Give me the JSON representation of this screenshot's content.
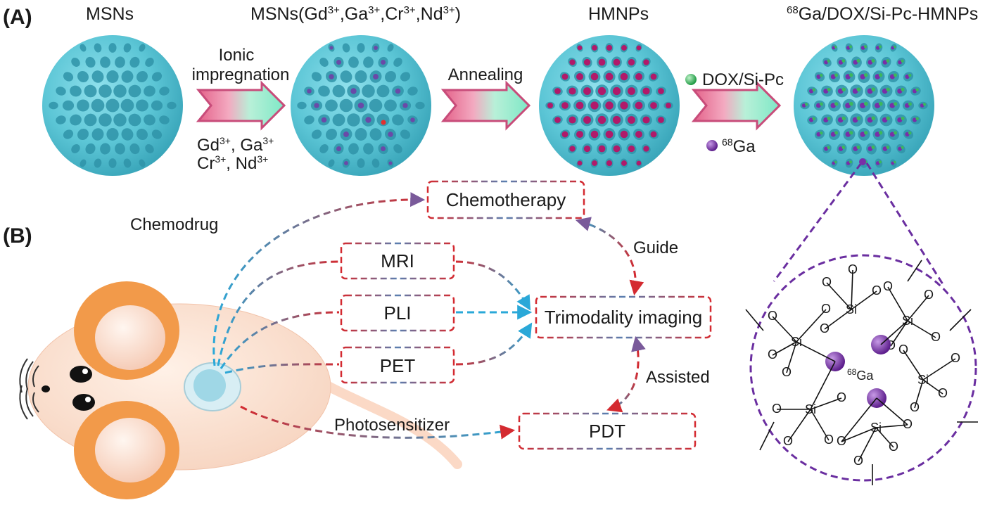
{
  "panel_a": {
    "label": "(A)",
    "titles": {
      "msns": "MSNs",
      "msns_doped_base": "MSNs(Gd",
      "msns_doped_sup1": "3+",
      "msns_doped_mid1": ",Ga",
      "msns_doped_sup2": "3+",
      "msns_doped_mid2": ",Cr",
      "msns_doped_sup3": "3+",
      "msns_doped_mid3": ",Nd",
      "msns_doped_sup4": "3+",
      "msns_doped_end": ")",
      "hmnps": "HMNPs",
      "final_sup": "68",
      "final_base": "Ga/DOX/Si-Pc-HMNPs"
    },
    "arrow1": {
      "top_line1": "Ionic",
      "top_line2": "impregnation",
      "ions_l1_a": "Gd",
      "ions_l1_a_sup": "3+",
      "ions_l1_b": ", Ga",
      "ions_l1_b_sup": "3+",
      "ions_l2_a": "Cr",
      "ions_l2_a_sup": "3+",
      "ions_l2_b": ",  Nd",
      "ions_l2_b_sup": "3+"
    },
    "arrow2": {
      "label": "Annealing"
    },
    "arrow3": {
      "legend_dox": "DOX/Si-Pc",
      "legend_ga_sup": "68",
      "legend_ga": "Ga"
    }
  },
  "panel_b": {
    "label": "(B)",
    "boxes": {
      "chemotherapy": "Chemotherapy",
      "mri": "MRI",
      "pli": "PLI",
      "pet": "PET",
      "trimodality": "Trimodality imaging",
      "pdt": "PDT"
    },
    "labels": {
      "chemodrug": "Chemodrug",
      "guide": "Guide",
      "assisted": "Assisted",
      "photosensitizer": "Photosensitizer"
    },
    "inset": {
      "si": "Si",
      "o": "O",
      "ga_sup": "68",
      "ga": "Ga"
    }
  },
  "colors": {
    "sphere_cyan": "#5ec8d8",
    "dash_red": "#d42a30",
    "dash_blue": "#2aa8d8",
    "purple_ion": "#7a2ea8",
    "green_dox": "#3cb85a",
    "mouse_body": "#fbe0cf",
    "mouse_ear": "#f29a4a"
  }
}
